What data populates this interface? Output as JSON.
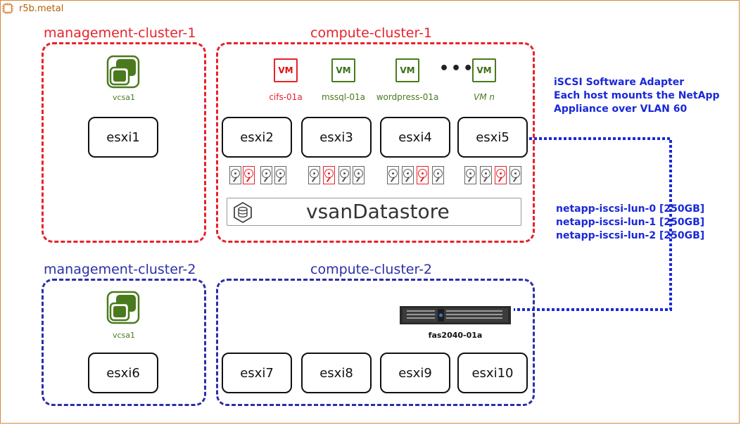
{
  "frame": {
    "title": "r5b.metal",
    "accent": "#d6883f"
  },
  "clusters": {
    "mgmt1": {
      "title": "management-cluster-1",
      "color": "#e8212b"
    },
    "compute1": {
      "title": "compute-cluster-1",
      "color": "#e8212b"
    },
    "mgmt2": {
      "title": "management-cluster-2",
      "color": "#2b2fa6"
    },
    "compute2": {
      "title": "compute-cluster-2",
      "color": "#2b2fa6"
    }
  },
  "vcsa": {
    "mgmt1_label": "vcsa1",
    "mgmt2_label": "vcsa1"
  },
  "hosts": {
    "esxi1": "esxi1",
    "esxi2": "esxi2",
    "esxi3": "esxi3",
    "esxi4": "esxi4",
    "esxi5": "esxi5",
    "esxi6": "esxi6",
    "esxi7": "esxi7",
    "esxi8": "esxi8",
    "esxi9": "esxi9",
    "esxi10": "esxi10"
  },
  "vms": [
    {
      "icon_text": "VM",
      "label": "cifs-01a",
      "color": "red"
    },
    {
      "icon_text": "VM",
      "label": "mssql-01a",
      "color": "green"
    },
    {
      "icon_text": "VM",
      "label": "wordpress-01a",
      "color": "green"
    },
    {
      "icon_text": "VM",
      "label": "VM n",
      "color": "green"
    }
  ],
  "vm_ellipsis": "•••",
  "datastore": {
    "label": "vsanDatastore"
  },
  "iscsi_note": {
    "line1": "iSCSI Software Adapter",
    "line2": "Each host mounts the NetApp",
    "line3": "Appliance over VLAN 60"
  },
  "luns": [
    "netapp-iscsi-lun-0 [250GB]",
    "netapp-iscsi-lun-1 [250GB]",
    "netapp-iscsi-lun-2 [250GB]"
  ],
  "appliance": {
    "label": "fas2040-01a"
  },
  "colors": {
    "red": "#e8212b",
    "blue": "#2b2fa6",
    "green": "#4a7a1e",
    "link": "#1a28d8"
  }
}
